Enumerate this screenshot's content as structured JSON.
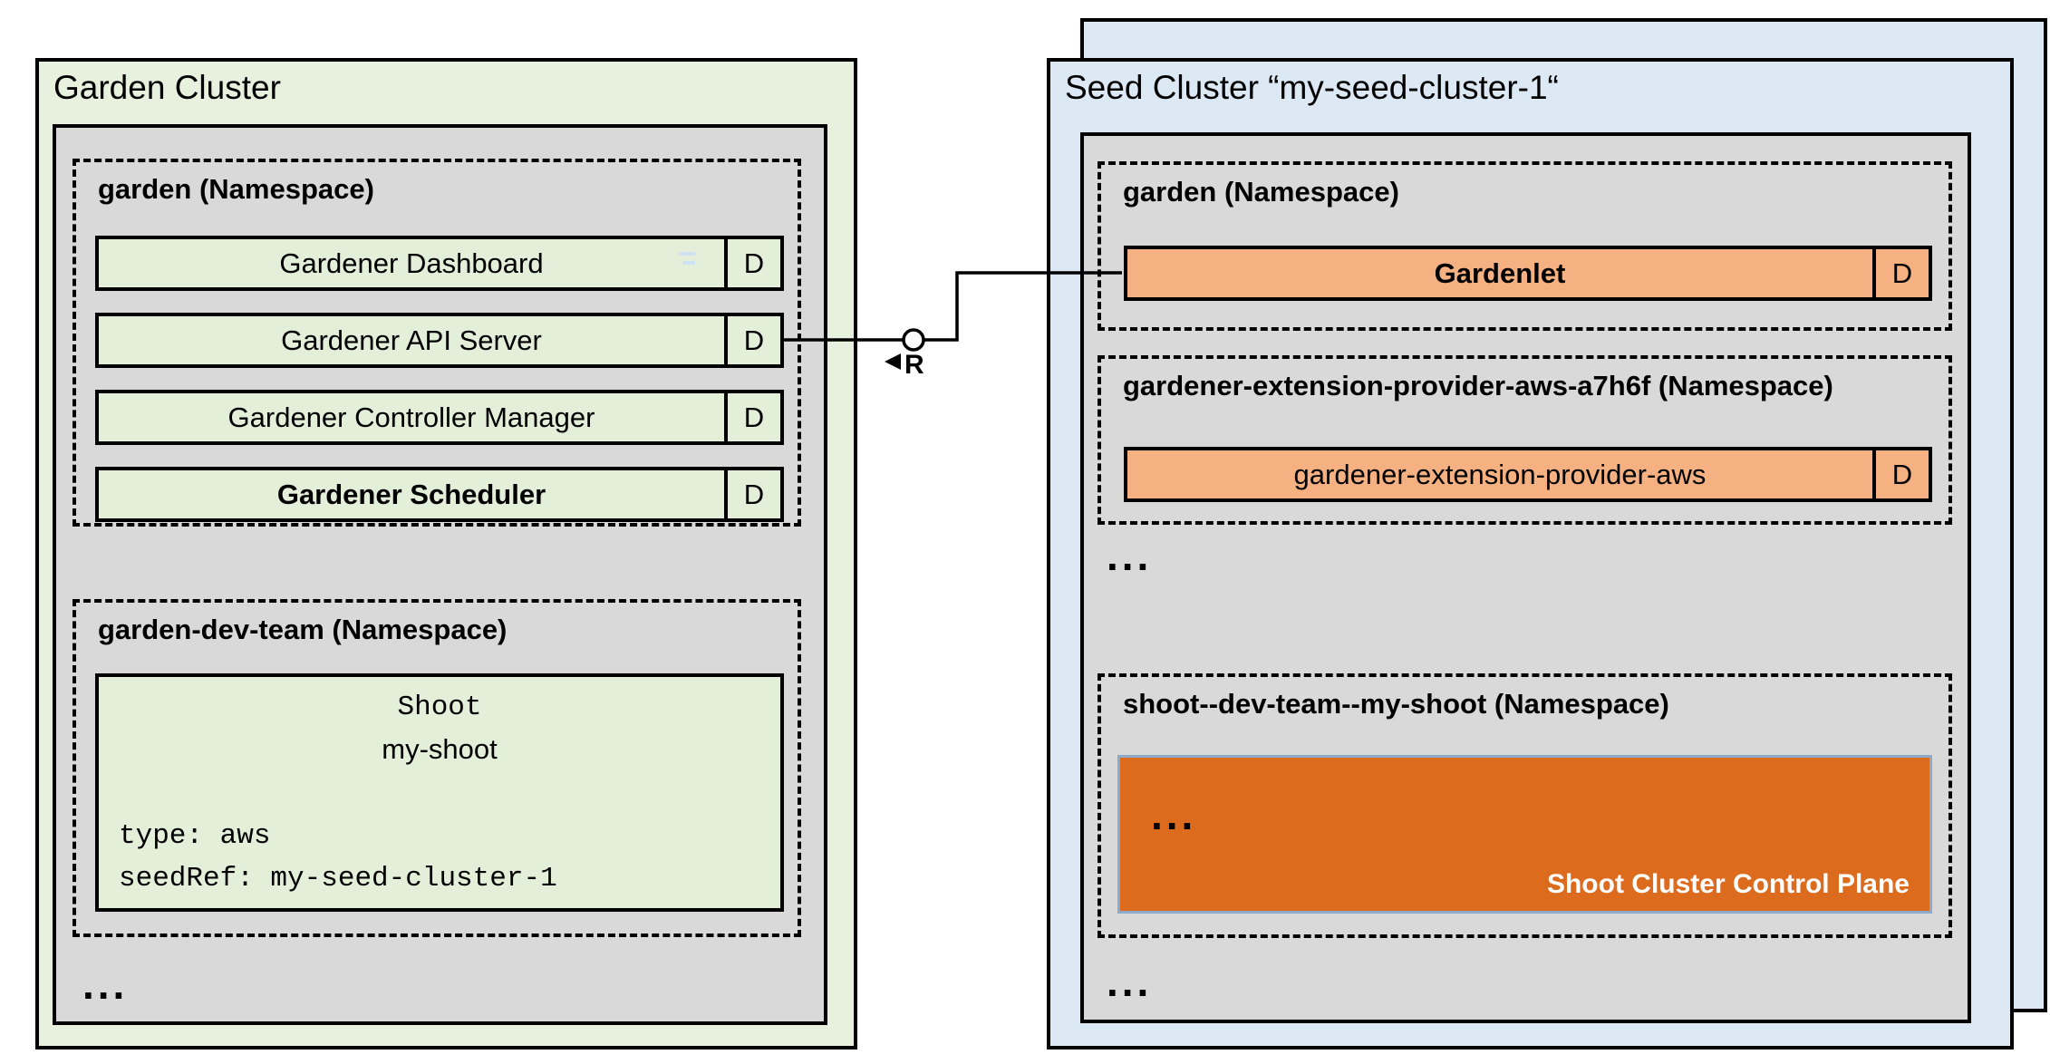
{
  "colors": {
    "garden_bg": "#e8f1de",
    "component_green": "#e4efda",
    "seed_bg": "#dce8f4",
    "panel_gray": "#d9d9d9",
    "orange": "#f6b183",
    "control_plane": "#dd6b1e",
    "control_plane_border": "#8eaacb"
  },
  "garden_cluster": {
    "title": "Garden Cluster",
    "garden_namespace": {
      "label": "garden (Namespace)",
      "components": [
        {
          "label": "Gardener Dashboard",
          "badge": "D"
        },
        {
          "label": "Gardener API Server",
          "badge": "D"
        },
        {
          "label": "Gardener Controller Manager",
          "badge": "D"
        },
        {
          "label": "Gardener Scheduler",
          "badge": "D"
        }
      ]
    },
    "dev_namespace": {
      "label": "garden-dev-team (Namespace)",
      "shoot": {
        "kind": "Shoot",
        "name": "my-shoot",
        "spec": [
          "type: aws",
          "seedRef: my-seed-cluster-1"
        ]
      }
    },
    "ellipsis": "..."
  },
  "seed_cluster": {
    "title": "Seed Cluster “my-seed-cluster-1“",
    "garden_namespace": {
      "label": "garden (Namespace)",
      "component": {
        "label": "Gardenlet",
        "badge": "D"
      }
    },
    "extension_namespace": {
      "label": "gardener-extension-provider-aws-a7h6f (Namespace)",
      "component": {
        "label": "gardener-extension-provider-aws",
        "badge": "D"
      }
    },
    "ellipsis_mid": "...",
    "shoot_namespace": {
      "label": "shoot--dev-team--my-shoot (Namespace)",
      "control_plane": {
        "ellipsis": "...",
        "label": "Shoot Cluster Control Plane"
      }
    },
    "ellipsis_bottom": "..."
  },
  "connector": {
    "label": "R"
  }
}
